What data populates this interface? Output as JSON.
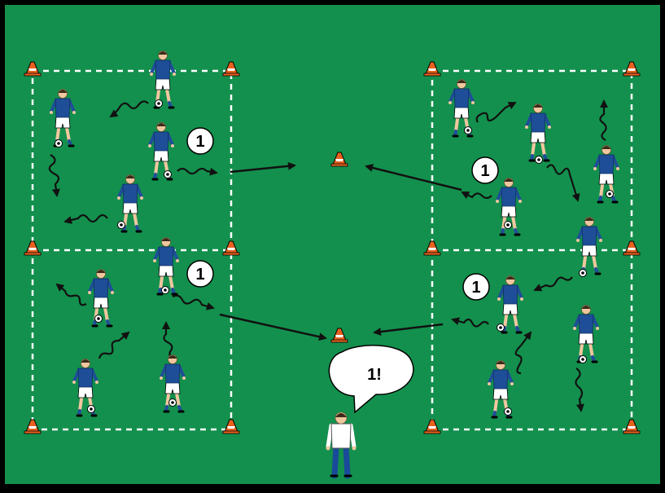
{
  "diagram": {
    "colors": {
      "field": "#13904d",
      "border": "#000000",
      "line": "#ffffff",
      "shirt": "#1f4e98",
      "shorts": "#ffffff",
      "skin": "#f0c79f",
      "cone": "#e8621e",
      "coach_trousers": "#1a4a9a",
      "arrow": "#111111"
    },
    "labels": {
      "group_1": "1",
      "group_2": "1",
      "group_3": "1",
      "group_4": "1",
      "coach_call": "1!"
    },
    "icons": [
      "cone-icon",
      "ball-icon",
      "player-icon",
      "coach-icon",
      "speech-bubble-icon"
    ]
  }
}
